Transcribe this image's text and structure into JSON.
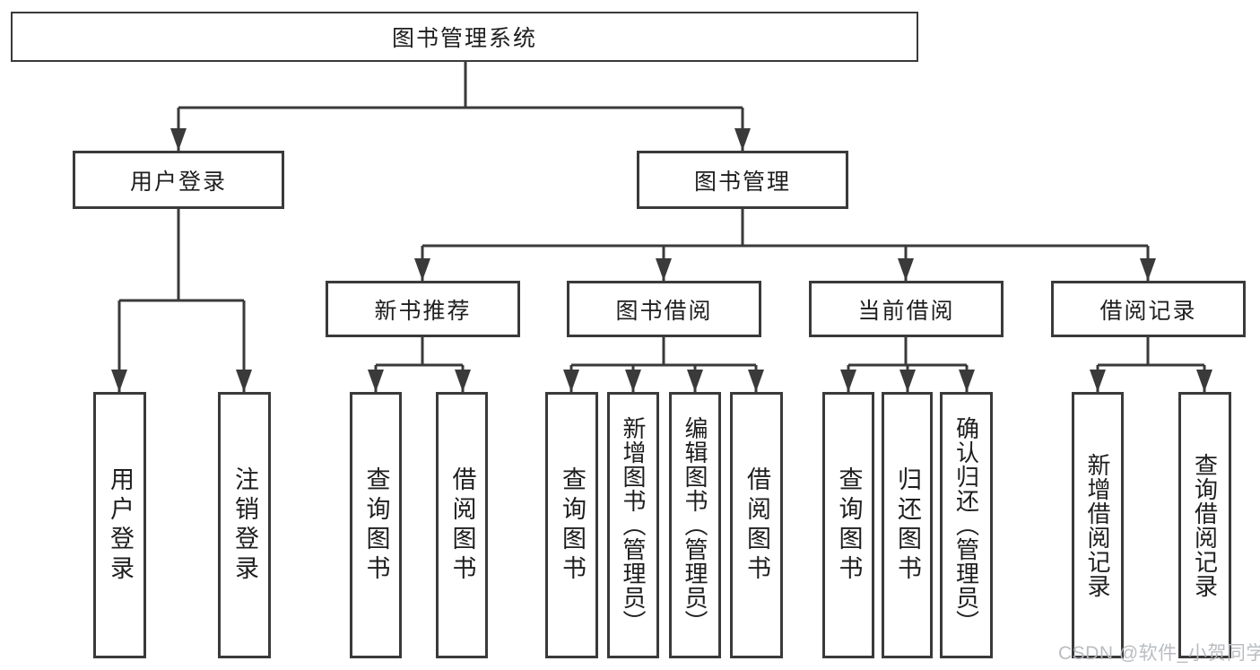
{
  "diagram": {
    "title": "图书管理系统",
    "root": {
      "label": "图书管理系统"
    },
    "branches": [
      {
        "label": "用户登录",
        "children": [
          {
            "label": "用户登录"
          },
          {
            "label": "注销登录"
          }
        ]
      },
      {
        "label": "图书管理",
        "children": [
          {
            "label": "新书推荐",
            "children": [
              {
                "label": "查询图书"
              },
              {
                "label": "借阅图书"
              }
            ]
          },
          {
            "label": "图书借阅",
            "children": [
              {
                "label": "查询图书"
              },
              {
                "label": "新增图书（管理员）"
              },
              {
                "label": "编辑图书（管理员）"
              },
              {
                "label": "借阅图书"
              }
            ]
          },
          {
            "label": "当前借阅",
            "children": [
              {
                "label": "查询图书"
              },
              {
                "label": "归还图书"
              },
              {
                "label": "确认归还（管理员）"
              }
            ]
          },
          {
            "label": "借阅记录",
            "children": [
              {
                "label": "新增借阅记录"
              },
              {
                "label": "查询借阅记录"
              }
            ]
          }
        ]
      }
    ]
  },
  "watermark": {
    "text": "CSDN @软件_小贺同学"
  },
  "colors": {
    "line": "#3a3a3a",
    "box_border": "#3a3a3a",
    "text": "#1e1e1e",
    "watermark": "#b6babe",
    "background": "#ffffff"
  }
}
